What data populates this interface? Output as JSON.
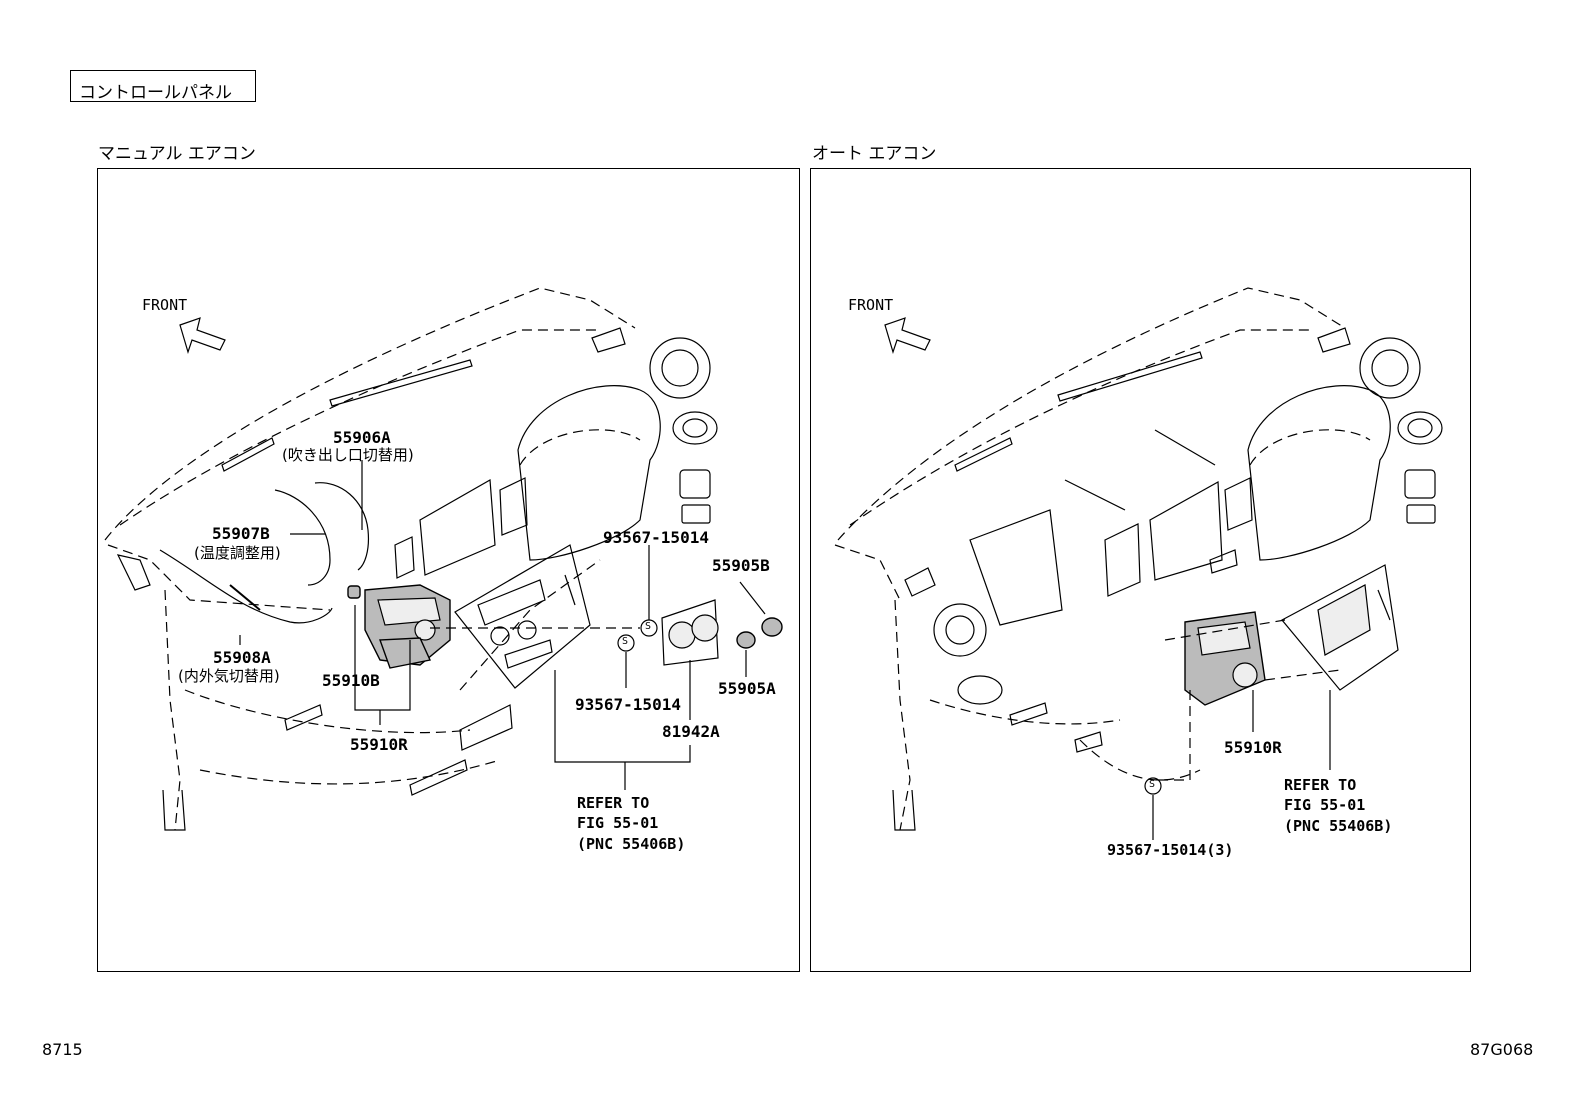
{
  "header": {
    "title": "コントロールパネル"
  },
  "left_panel": {
    "section_title": "マニュアル エアコン",
    "front_label": "FRONT",
    "parts": {
      "p55906A": "55906A",
      "p55906A_desc": "(吹き出し口切替用)",
      "p55907B": "55907B",
      "p55907B_desc": "(温度調整用)",
      "p55908A": "55908A",
      "p55908A_desc": "(内外気切替用)",
      "p55910B": "55910B",
      "p55910R": "55910R",
      "p93567_top": "93567-15014",
      "p93567_bottom": "93567-15014",
      "p55905B": "55905B",
      "p55905A": "55905A",
      "p81942A": "81942A"
    },
    "screw_symbol": "S",
    "refer": {
      "line1": "REFER TO",
      "line2": "FIG 55-01",
      "line3": "(PNC 55406B)"
    }
  },
  "right_panel": {
    "section_title": "オート エアコン",
    "front_label": "FRONT",
    "parts": {
      "p55910R": "55910R",
      "p93567": "93567-15014(3)"
    },
    "screw_symbol": "S",
    "refer": {
      "line1": "REFER TO",
      "line2": "FIG 55-01",
      "line3": "(PNC 55406B)"
    }
  },
  "footer": {
    "left_code": "8715",
    "right_code": "87G068"
  }
}
